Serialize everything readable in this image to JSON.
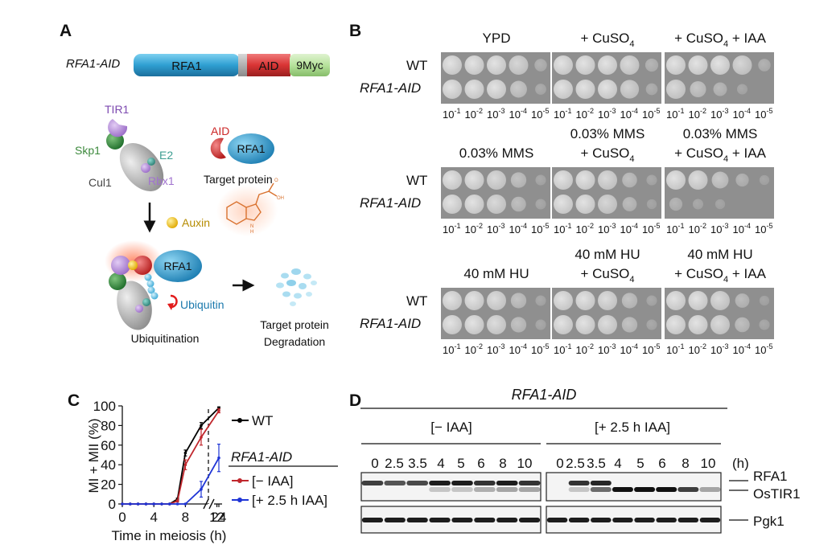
{
  "colors": {
    "rfa1": "#3aa7d6",
    "aid": "#d93a3a",
    "myc": "#b9e3a3",
    "skp1": "#2e8b3e",
    "tir1": "#b690d8",
    "e2": "#3da397",
    "rbx1": "#b690d8",
    "cul1": "#b9b9b9",
    "auxin": "#f4c21b",
    "ubiquitin": "#59c1e6",
    "wt_line": "#000000",
    "minus_iaa_line": "#c0272d",
    "plus_iaa_line": "#1f35d6",
    "plate": "#8f8f8f",
    "spot": "#c9c9c9"
  },
  "panelA": {
    "label": "A",
    "construct_label": "RFA1-AID",
    "domains": [
      "RFA1",
      "AID",
      "9Myc"
    ],
    "labels": {
      "tir1": "TIR1",
      "skp1": "Skp1",
      "e2": "E2",
      "rbx1": "Rbx1",
      "cul1": "Cul1",
      "aid": "AID",
      "rfa1": "RFA1",
      "target": "Target protein",
      "auxin": "Auxin",
      "ubiquitin": "Ubiquitin",
      "ubiquitination": "Ubiquitination",
      "degradation_line1": "Target protein",
      "degradation_line2": "Degradation",
      "oh": "OH",
      "o": "O",
      "nh": "N",
      "h": "H"
    },
    "icons": [
      "down-arrow-icon",
      "right-arrow-icon",
      "auxin-molecule-icon",
      "ubiquitin-loop-arrow-icon"
    ]
  },
  "panelB": {
    "label": "B",
    "strains": [
      "WT",
      "RFA1-AID"
    ],
    "dilutions": [
      {
        "base": "10",
        "exp": "-1"
      },
      {
        "base": "10",
        "exp": "-2"
      },
      {
        "base": "10",
        "exp": "-3"
      },
      {
        "base": "10",
        "exp": "-4"
      },
      {
        "base": "10",
        "exp": "-5"
      }
    ],
    "rows": [
      {
        "conditions": [
          {
            "line1": "",
            "line2": "YPD"
          },
          {
            "line1": "",
            "line2": "+ CuSO",
            "sub": "4",
            "tail": ""
          },
          {
            "line1": "",
            "line2": "+ CuSO",
            "sub": "4",
            "tail": " + IAA"
          }
        ],
        "growth": {
          "WT": [
            [
              1,
              1,
              1,
              0.8,
              0.25
            ],
            [
              1,
              1,
              1,
              0.85,
              0.3
            ],
            [
              1,
              1,
              1,
              0.8,
              0.25
            ]
          ],
          "RFA1-AID": [
            [
              1,
              1,
              1,
              0.6,
              0.15
            ],
            [
              1,
              1,
              1,
              0.75,
              0.2
            ],
            [
              0.85,
              0.55,
              0.35,
              0.1,
              0
            ]
          ]
        }
      },
      {
        "conditions": [
          {
            "line1": "",
            "line2": "0.03% MMS"
          },
          {
            "line1": "0.03% MMS",
            "line2": "+ CuSO",
            "sub": "4",
            "tail": ""
          },
          {
            "line1": "0.03% MMS",
            "line2": "+ CuSO",
            "sub": "4",
            "tail": " + IAA"
          }
        ],
        "growth": {
          "WT": [
            [
              1,
              1,
              0.85,
              0.5,
              0.1
            ],
            [
              1,
              1,
              0.85,
              0.45,
              0.1
            ],
            [
              1,
              0.9,
              0.6,
              0.3,
              0.05
            ]
          ],
          "RFA1-AID": [
            [
              1,
              1,
              0.85,
              0.45,
              0.1
            ],
            [
              1,
              1,
              0.8,
              0.4,
              0.05
            ],
            [
              0.3,
              0.1,
              0.05,
              0,
              0
            ]
          ]
        }
      },
      {
        "conditions": [
          {
            "line1": "",
            "line2": "40 mM HU"
          },
          {
            "line1": "40 mM HU",
            "line2": "+ CuSO",
            "sub": "4",
            "tail": ""
          },
          {
            "line1": "40 mM HU",
            "line2": "+ CuSO",
            "sub": "4",
            "tail": " + IAA"
          }
        ],
        "growth": {
          "WT": [
            [
              1,
              1,
              0.9,
              0.5,
              0.1
            ],
            [
              1,
              1,
              0.9,
              0.5,
              0.1
            ],
            [
              1,
              1,
              0.85,
              0.4,
              0.05
            ]
          ],
          "RFA1-AID": [
            [
              1,
              1,
              0.9,
              0.5,
              0.1
            ],
            [
              1,
              1,
              0.9,
              0.5,
              0.1
            ],
            [
              1,
              1,
              0.85,
              0.45,
              0.1
            ]
          ]
        }
      }
    ]
  },
  "panelC": {
    "label": "C",
    "ylabel": "MI + MII (%)",
    "xlabel": "Time in meiosis (h)",
    "legend": {
      "wt": "WT",
      "group_title": "RFA1-AID",
      "minus": "[− IAA]",
      "plus": "[+ 2.5 h IAA]"
    }
  },
  "chart_data": {
    "type": "line",
    "title": "",
    "xlabel": "Time in meiosis (h)",
    "ylabel": "MI + MII (%)",
    "x": [
      0,
      1,
      2,
      3,
      4,
      5,
      6,
      7,
      8,
      10,
      24
    ],
    "x_ticks": [
      "0",
      "4",
      "8",
      "12",
      "24"
    ],
    "y_ticks": [
      "0",
      "20",
      "40",
      "60",
      "80",
      "100"
    ],
    "ylim": [
      0,
      100
    ],
    "axis_break": true,
    "dashed_vertical_at": 14,
    "series": [
      {
        "name": "WT",
        "color": "#000000",
        "values": [
          0,
          0,
          0,
          0,
          0,
          0,
          0,
          5,
          52,
          80,
          98
        ],
        "errors": [
          0,
          0,
          0,
          0,
          0,
          0,
          0,
          1,
          3,
          3,
          1
        ]
      },
      {
        "name": "[− IAA]",
        "color": "#c0272d",
        "values": [
          0,
          0,
          0,
          0,
          0,
          0,
          0,
          3,
          40,
          68,
          95
        ],
        "errors": [
          0,
          0,
          0,
          0,
          0,
          0,
          0,
          1,
          5,
          8,
          2
        ]
      },
      {
        "name": "[+ 2.5 h IAA]",
        "color": "#1f35d6",
        "values": [
          0,
          0,
          0,
          0,
          0,
          0,
          0,
          0,
          0,
          15,
          47
        ],
        "errors": [
          0,
          0,
          0,
          0,
          0,
          0,
          0,
          0,
          0,
          8,
          14
        ]
      }
    ]
  },
  "panelD": {
    "label": "D",
    "title": "RFA1-AID",
    "groups": [
      {
        "label": "[− IAA]",
        "lanes": [
          "0",
          "2.5",
          "3.5",
          "4",
          "5",
          "6",
          "8",
          "10"
        ]
      },
      {
        "label": "[+ 2.5 h IAA]",
        "lanes": [
          "0",
          "2.5",
          "3.5",
          "4",
          "5",
          "6",
          "8",
          "10"
        ]
      }
    ],
    "unit": "(h)",
    "bands": [
      "RFA1",
      "OsTIR1",
      "Pgk1"
    ],
    "intensity": {
      "rfa1_minus": [
        0.8,
        0.7,
        0.75,
        0.95,
        0.95,
        0.85,
        0.95,
        0.85
      ],
      "ostir1_minus": [
        0,
        0,
        0,
        0.2,
        0.2,
        0.3,
        0.35,
        0.35
      ],
      "rfa1_plus": [
        0,
        0.85,
        0.9,
        0,
        0,
        0,
        0,
        0
      ],
      "ostir1_plus": [
        0,
        0.2,
        0.6,
        1,
        1,
        1,
        0.8,
        0.35
      ],
      "pgk1_minus": [
        0.95,
        0.95,
        0.95,
        0.95,
        0.95,
        0.95,
        0.95,
        0.95
      ],
      "pgk1_plus": [
        0.95,
        0.95,
        0.95,
        0.95,
        0.95,
        0.95,
        0.95,
        0.95
      ]
    }
  }
}
